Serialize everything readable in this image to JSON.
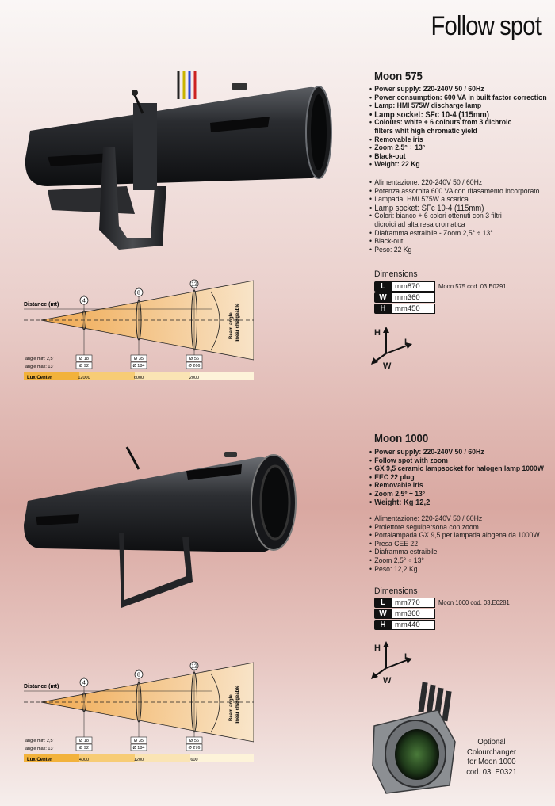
{
  "page": {
    "title": "Follow spot"
  },
  "moon575": {
    "name": "Moon 575",
    "specs_en": [
      "Power supply: 220-240V 50 / 60Hz",
      "Power consumption: 600 VA in built factor correction",
      "Lamp: HMI 575W discharge lamp",
      "Lamp socket: SFc 10-4 (115mm)",
      "Colours: white + 6 colours from 3 dichroic",
      "filters whit high chromatic yield",
      "Removable iris",
      "Zoom  2,5° ÷ 13°",
      "Black-out",
      "Weight: 22 Kg"
    ],
    "specs_it": [
      "Alimentazione: 220-240V 50 / 60Hz",
      "Potenza assorbita 600 VA con rifasamento incorporato",
      "Lampada: HMI 575W a scarica",
      "Lamp socket: SFc 10-4 (115mm)",
      "Colori: bianco + 6 colori ottenuti  con 3 filtri",
      "dicroici ad alta resa cromatica",
      "Diaframma estraibile - Zoom  2,5° ÷ 13°",
      "Black-out",
      "Peso: 22 Kg"
    ],
    "dimensions_title": "Dimensions",
    "dimensions": [
      {
        "key": "L",
        "value": "mm870"
      },
      {
        "key": "W",
        "value": "mm360"
      },
      {
        "key": "H",
        "value": "mm450"
      }
    ],
    "code": "Moon 575   cod. 03.E0291",
    "diagram": {
      "distance_label": "Distance (mt)",
      "distances": [
        "4",
        "8",
        "12"
      ],
      "beam_angle_label": [
        "Beam angle",
        "linear chargeable"
      ],
      "angle_min_label": "angle min: 2,5'",
      "angle_max_label": "angle max: 13'",
      "min_diam": [
        "Ø 18",
        "Ø 35",
        "Ø 56"
      ],
      "max_diam": [
        "Ø 92",
        "Ø 184",
        "Ø 266"
      ],
      "lux_label": "Lux Center",
      "lux_values": [
        "12000",
        "6000",
        "2000"
      ]
    }
  },
  "moon1000": {
    "name": "Moon 1000",
    "specs_en": [
      "Power supply: 220-240V 50 / 60Hz",
      "Follow spot with zoom",
      "GX 9,5 ceramic lampsocket for halogen lamp 1000W",
      "EEC 22 plug",
      "Removable iris",
      "Zoom 2,5° ÷ 13°",
      "Weight: Kg 12,2"
    ],
    "specs_it": [
      "Alimentazione: 220-240V 50 / 60Hz",
      "Proiettore seguipersona con zoom",
      "Portalampada GX 9,5 per lampada alogena da 1000W",
      "Presa CEE 22",
      "Diaframma estraibile",
      "Zoom 2,5° ÷ 13°",
      "Peso: 12,2 Kg"
    ],
    "dimensions_title": "Dimensions",
    "dimensions": [
      {
        "key": "L",
        "value": "mm770"
      },
      {
        "key": "W",
        "value": "mm360"
      },
      {
        "key": "H",
        "value": "mm440"
      }
    ],
    "code": "Moon 1000   cod. 03.E0281",
    "diagram": {
      "distance_label": "Distance (mt)",
      "distances": [
        "4",
        "8",
        "12"
      ],
      "beam_angle_label": [
        "Beam angle",
        "linear chargeable"
      ],
      "angle_min_label": "angle min: 2,5'",
      "angle_max_label": "angle max: 13'",
      "min_diam": [
        "Ø 18",
        "Ø 35",
        "Ø 56"
      ],
      "max_diam": [
        "Ø 92",
        "Ø 184",
        "Ø 276"
      ],
      "lux_label": "Lux Center",
      "lux_values": [
        "4000",
        "1200",
        "600"
      ]
    }
  },
  "axes": {
    "h": "H",
    "l": "L",
    "w": "W"
  },
  "optional": {
    "lines": [
      "Optional",
      "Colourchanger",
      "for Moon 1000",
      "cod. 03. E0321"
    ]
  }
}
